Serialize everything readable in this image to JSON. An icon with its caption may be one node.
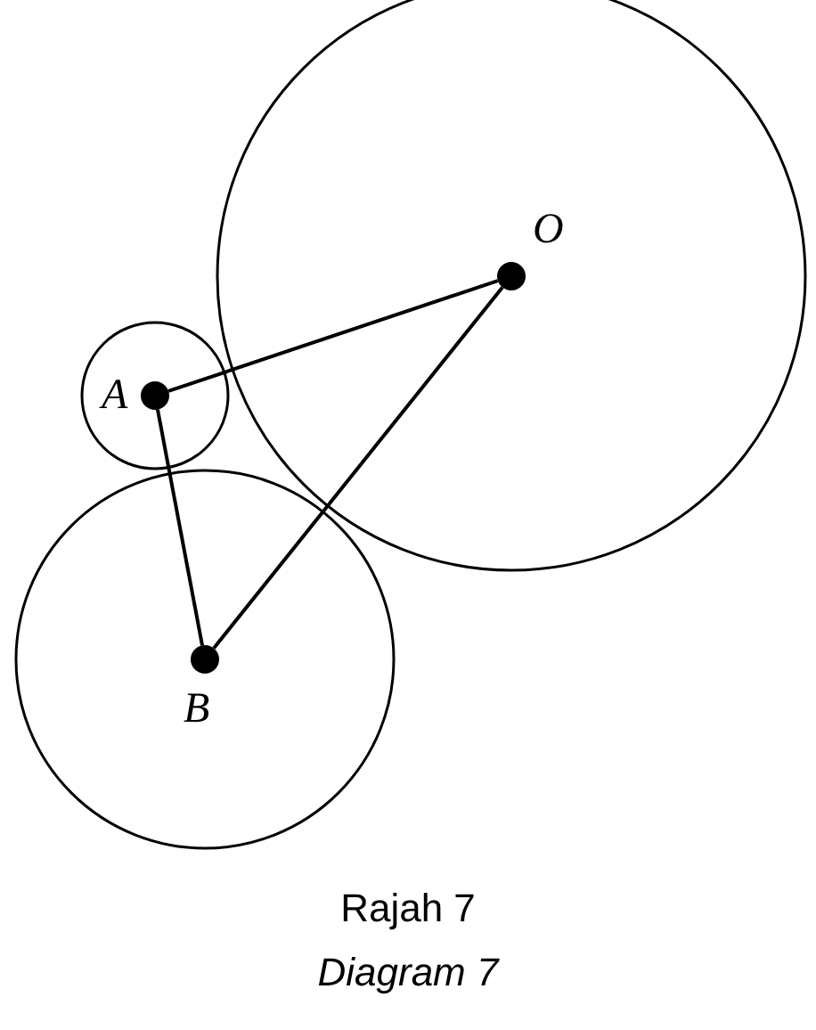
{
  "diagram": {
    "caption": "Rajah 7",
    "nodes": [
      {
        "text": [
          "O"
        ]
      },
      {
        "text": [
          "A"
        ]
      },
      {
        "text": [
          "B"
        ]
      }
    ],
    "edges": [
      {
        "from": 1,
        "to": 0,
        "arrow": "none"
      },
      {
        "from": 1,
        "to": 2,
        "arrow": "none"
      },
      {
        "from": 2,
        "to": 0,
        "arrow": "none"
      }
    ],
    "labels": [
      "Diagram 7"
    ]
  }
}
